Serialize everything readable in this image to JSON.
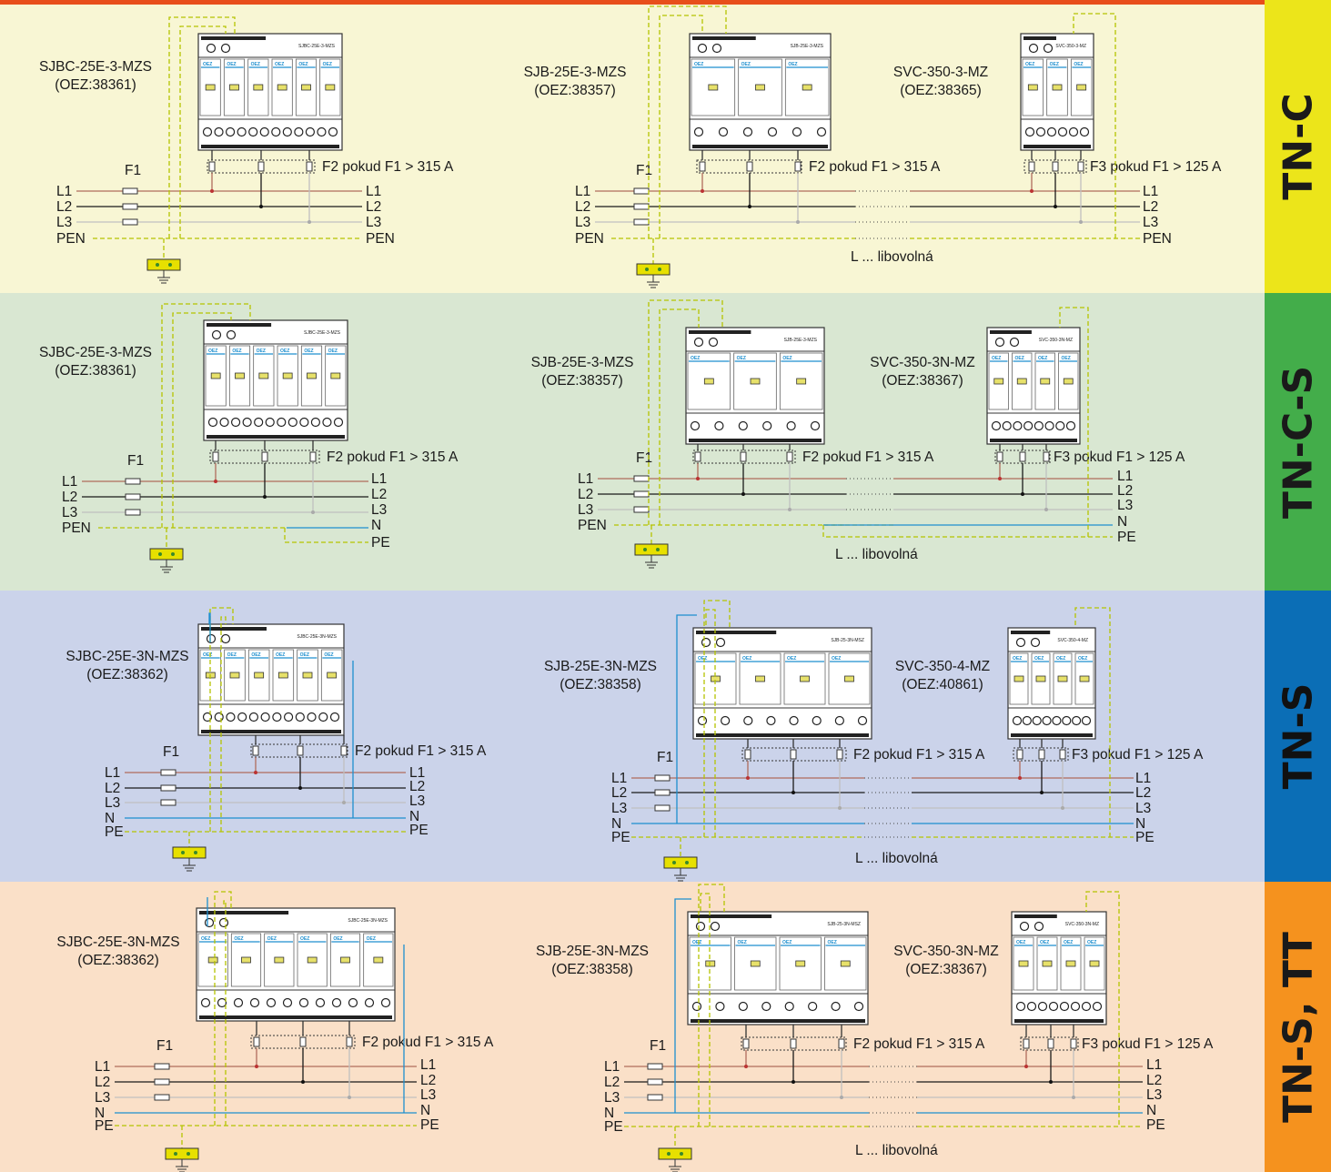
{
  "colors": {
    "band_tnc": "#f8f6d4",
    "band_tncs": "#d9e7d2",
    "band_tns": "#cbd3ea",
    "band_tnstt": "#fae0c8",
    "side_tnc": "#ece51a",
    "side_tncs": "#43ad4a",
    "side_tns": "#0b6eb6",
    "side_tnstt": "#f5921e",
    "wire_l1": "#b06c5c",
    "wire_l2": "#1a1a1a",
    "wire_l3": "#c0c0c0",
    "wire_n": "#1e8fcf",
    "wire_pe": "#b5c400",
    "ground": "#e7e000"
  },
  "sections": [
    {
      "id": "tnc",
      "system": "TN-C",
      "left": {
        "device": "SJBC-25E-3-MZS",
        "code": "(OEZ:38361)",
        "device_label": "SJBC-25E-3-MZS",
        "fuse_label": "F1",
        "f2_note": "F2 pokud F1 > 315 A",
        "in_labels": [
          "L1",
          "L2",
          "L3",
          "PEN"
        ],
        "out_labels": [
          "L1",
          "L2",
          "L3",
          "PEN"
        ]
      },
      "right": {
        "device1": "SJB-25E-3-MZS",
        "code1": "(OEZ:38357)",
        "device1_label": "SJB-25E-3-MZS",
        "device2": "SVC-350-3-MZ",
        "code2": "(OEZ:38365)",
        "device2_label": "SVC-350-3-MZ",
        "fuse_label": "F1",
        "f2_note": "F2 pokud F1 > 315 A",
        "f3_note": "F3 pokud F1 > 125 A",
        "in_labels": [
          "L1",
          "L2",
          "L3",
          "PEN"
        ],
        "out_labels": [
          "L1",
          "L2",
          "L3",
          "PEN"
        ],
        "length_note": "L ... libovolná"
      }
    },
    {
      "id": "tncs",
      "system": "TN-C-S",
      "left": {
        "device": "SJBC-25E-3-MZS",
        "code": "(OEZ:38361)",
        "device_label": "SJBC-25E-3-MZS",
        "fuse_label": "F1",
        "f2_note": "F2 pokud F1 > 315 A",
        "in_labels": [
          "L1",
          "L2",
          "L3",
          "PEN"
        ],
        "out_labels": [
          "L1",
          "L2",
          "L3",
          "N",
          "PE"
        ]
      },
      "right": {
        "device1": "SJB-25E-3-MZS",
        "code1": "(OEZ:38357)",
        "device1_label": "SJB-25E-3-MZS",
        "device2": "SVC-350-3N-MZ",
        "code2": "(OEZ:38367)",
        "device2_label": "SVC-350-3N-MZ",
        "fuse_label": "F1",
        "f2_note": "F2 pokud F1 > 315 A",
        "f3_note": "F3 pokud F1 > 125 A",
        "in_labels": [
          "L1",
          "L2",
          "L3",
          "PEN"
        ],
        "out_labels": [
          "L1",
          "L2",
          "L3",
          "N",
          "PE"
        ],
        "length_note": "L ... libovolná"
      }
    },
    {
      "id": "tns",
      "system": "TN-S",
      "left": {
        "device": "SJBC-25E-3N-MZS",
        "code": "(OEZ:38362)",
        "device_label": "SJBC-25E-3N-MZS",
        "fuse_label": "F1",
        "f2_note": "F2 pokud F1 > 315 A",
        "in_labels": [
          "L1",
          "L2",
          "L3",
          "N",
          "PE"
        ],
        "out_labels": [
          "L1",
          "L2",
          "L3",
          "N",
          "PE"
        ]
      },
      "right": {
        "device1": "SJB-25E-3N-MZS",
        "code1": "(OEZ:38358)",
        "device1_label": "SJB-25-3N-MSZ",
        "device2": "SVC-350-4-MZ",
        "code2": "(OEZ:40861)",
        "device2_label": "SVC-350-4-MZ",
        "fuse_label": "F1",
        "f2_note": "F2 pokud F1 > 315 A",
        "f3_note": "F3 pokud F1 > 125 A",
        "in_labels": [
          "L1",
          "L2",
          "L3",
          "N",
          "PE"
        ],
        "out_labels": [
          "L1",
          "L2",
          "L3",
          "N",
          "PE"
        ],
        "length_note": "L ... libovolná"
      }
    },
    {
      "id": "tnstt",
      "system": "TN-S, TT",
      "left": {
        "device": "SJBC-25E-3N-MZS",
        "code": "(OEZ:38362)",
        "device_label": "SJBC-25E-3N-MZS",
        "fuse_label": "F1",
        "f2_note": "F2 pokud F1 > 315 A",
        "in_labels": [
          "L1",
          "L2",
          "L3",
          "N",
          "PE"
        ],
        "out_labels": [
          "L1",
          "L2",
          "L3",
          "N",
          "PE"
        ]
      },
      "right": {
        "device1": "SJB-25E-3N-MZS",
        "code1": "(OEZ:38358)",
        "device1_label": "SJB-25-3N-MSZ",
        "device2": "SVC-350-3N-MZ",
        "code2": "(OEZ:38367)",
        "device2_label": "SVC-350-3N-MZ",
        "fuse_label": "F1",
        "f2_note": "F2 pokud F1 > 315 A",
        "f3_note": "F3 pokud F1 > 125 A",
        "in_labels": [
          "L1",
          "L2",
          "L3",
          "N",
          "PE"
        ],
        "out_labels": [
          "L1",
          "L2",
          "L3",
          "N",
          "PE"
        ],
        "length_note": "L ... libovolná"
      }
    }
  ]
}
